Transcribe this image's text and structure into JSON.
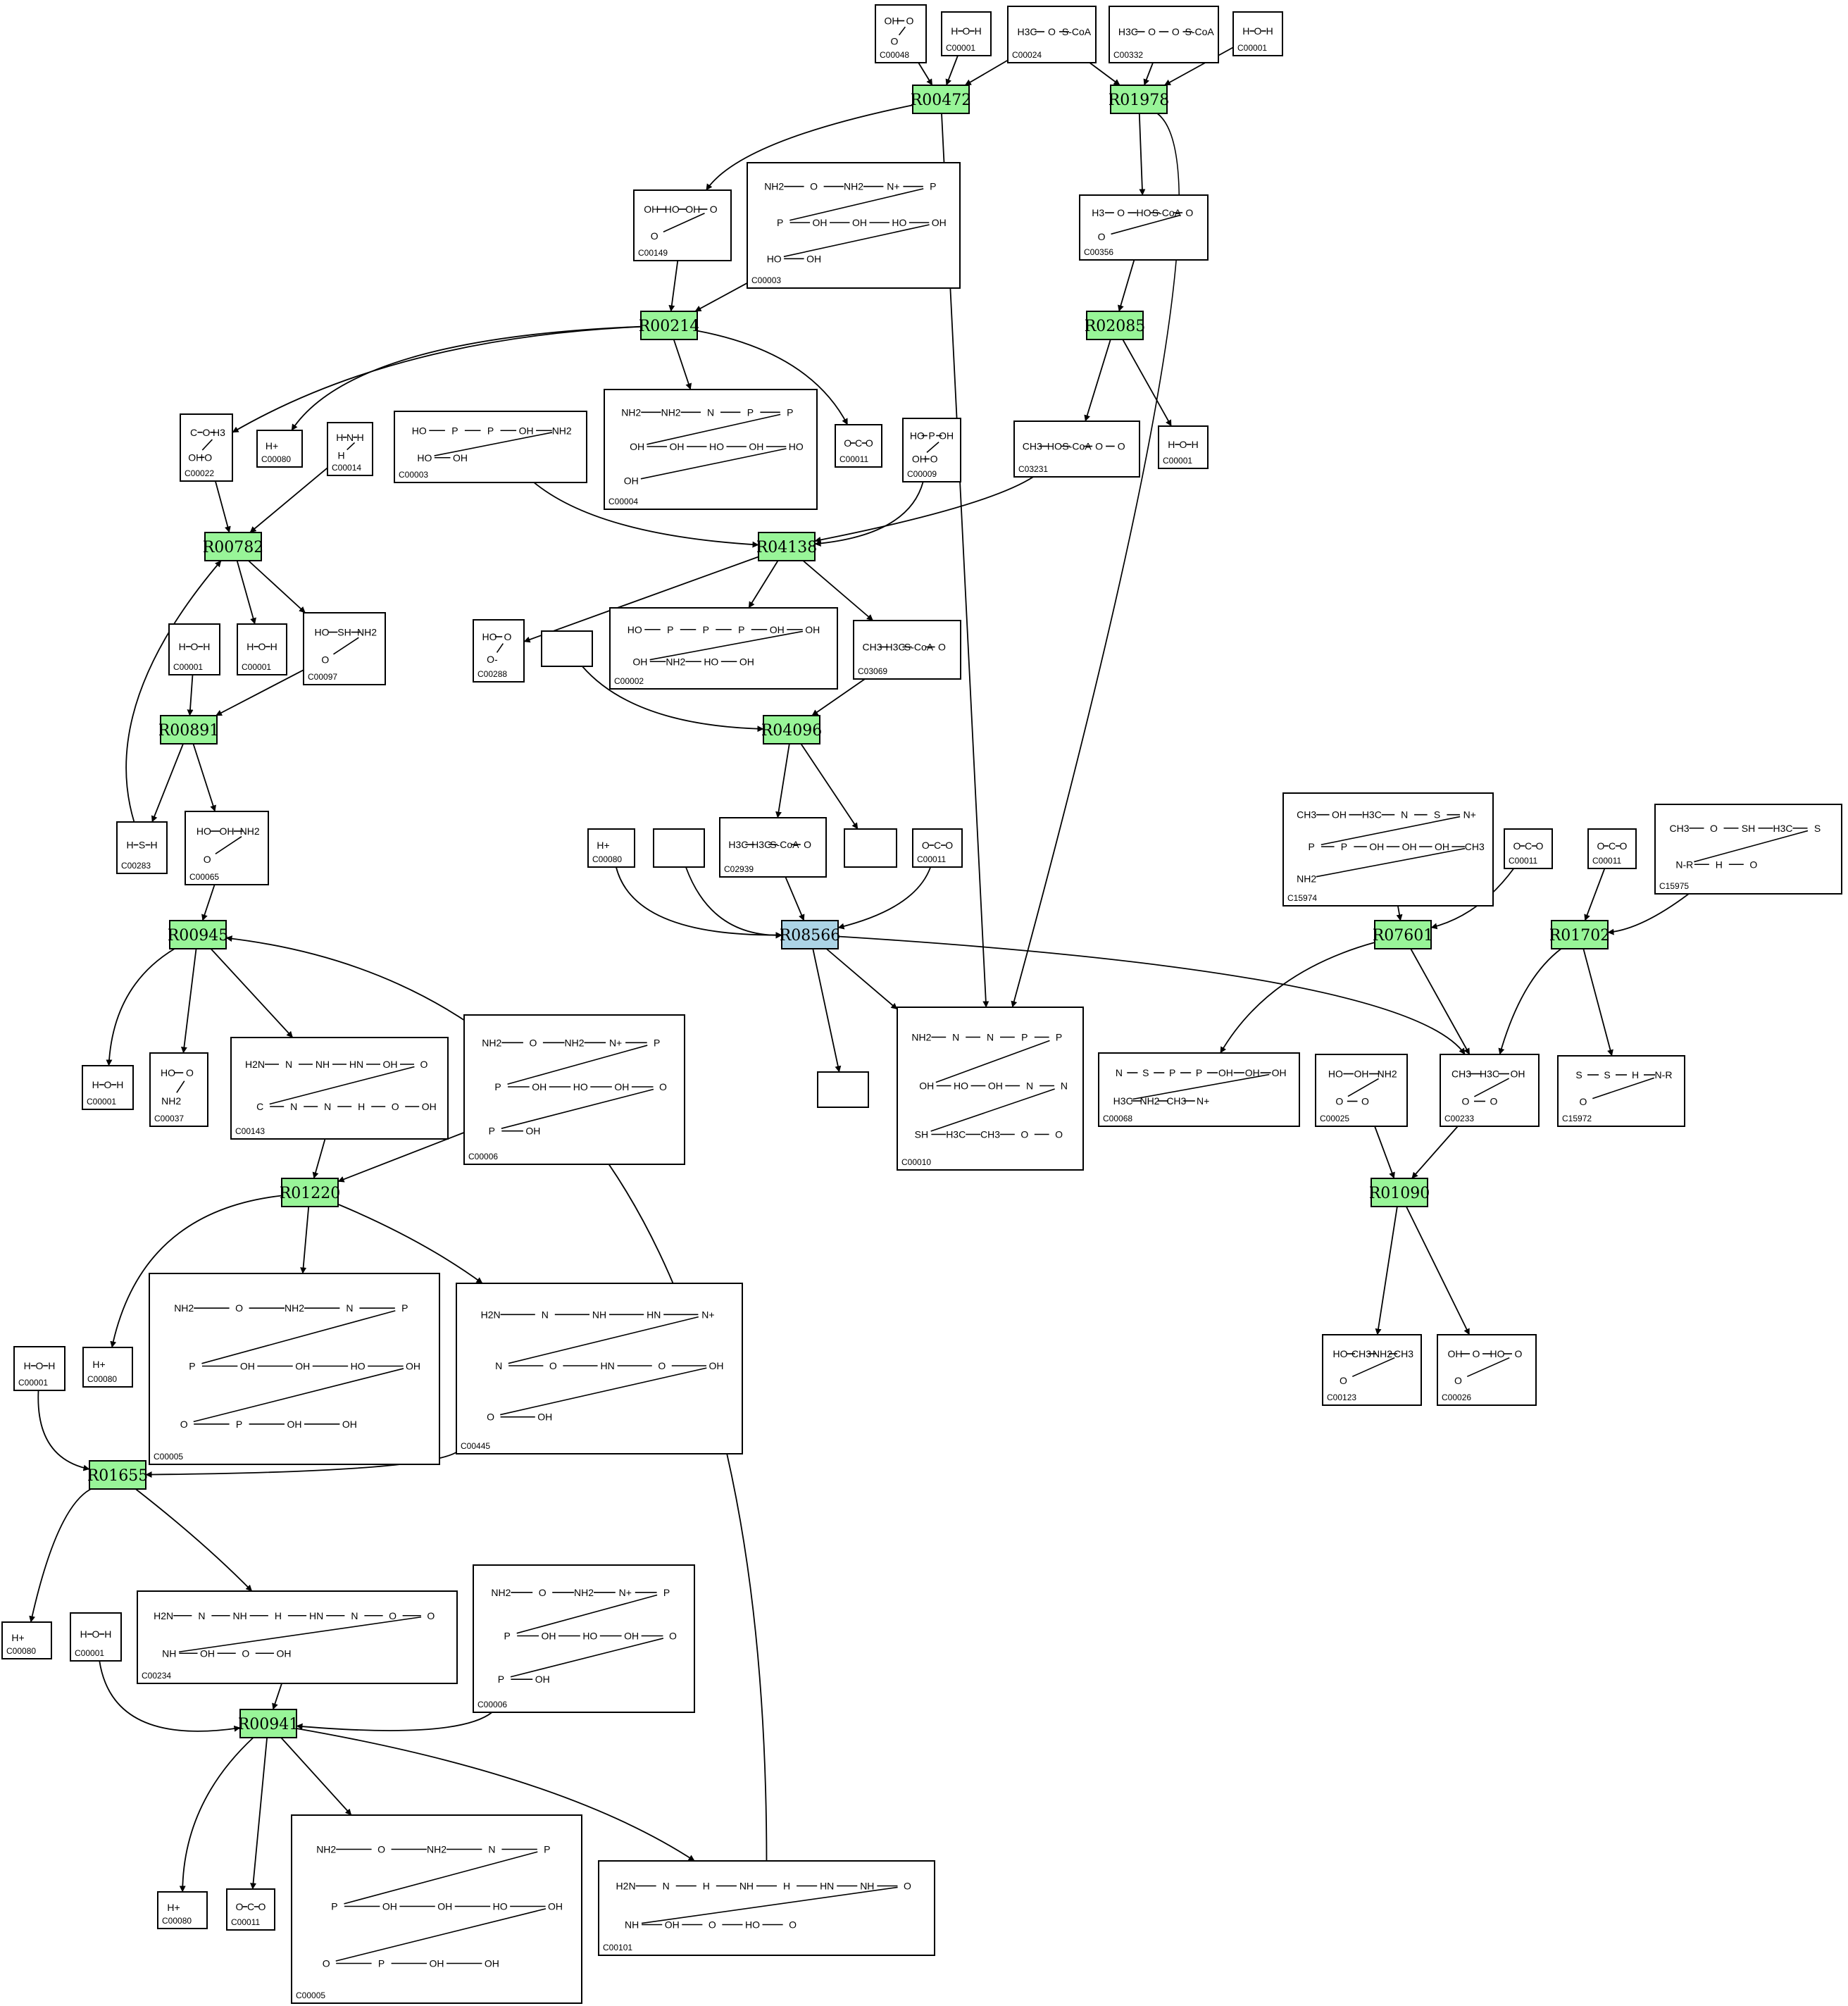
{
  "colors": {
    "reaction": "#98f598",
    "reaction_alt": "#acd4e6",
    "line": "#000000",
    "background": "#ffffff"
  },
  "reactions": [
    {
      "id": "R00472",
      "label": "R00472",
      "color": "#98f598"
    },
    {
      "id": "R01978",
      "label": "R01978",
      "color": "#98f598"
    },
    {
      "id": "R00214",
      "label": "R00214",
      "color": "#98f598"
    },
    {
      "id": "R02085",
      "label": "R02085",
      "color": "#98f598"
    },
    {
      "id": "R00782",
      "label": "R00782",
      "color": "#98f598"
    },
    {
      "id": "R04138",
      "label": "R04138",
      "color": "#98f598"
    },
    {
      "id": "R00891",
      "label": "R00891",
      "color": "#98f598"
    },
    {
      "id": "R04096",
      "label": "R04096",
      "color": "#98f598"
    },
    {
      "id": "R00945",
      "label": "R00945",
      "color": "#98f598"
    },
    {
      "id": "R08566",
      "label": "R08566",
      "color": "#acd4e6"
    },
    {
      "id": "R07601",
      "label": "R07601",
      "color": "#98f598"
    },
    {
      "id": "R01702",
      "label": "R01702",
      "color": "#98f598"
    },
    {
      "id": "R01220",
      "label": "R01220",
      "color": "#98f598"
    },
    {
      "id": "R01090",
      "label": "R01090",
      "color": "#98f598"
    },
    {
      "id": "R01655",
      "label": "R01655",
      "color": "#98f598"
    },
    {
      "id": "R00941",
      "label": "R00941",
      "color": "#98f598"
    }
  ],
  "compounds": [
    {
      "id": "n01",
      "label": "C00048",
      "atoms": [
        "OH",
        "O",
        "O"
      ]
    },
    {
      "id": "n02",
      "label": "C00001",
      "atoms": [
        "H",
        "O",
        "H"
      ]
    },
    {
      "id": "n03",
      "label": "C00024",
      "atoms": [
        "H3C",
        "O",
        "S-CoA"
      ]
    },
    {
      "id": "n04",
      "label": "C00332",
      "atoms": [
        "H3C",
        "O",
        "O",
        "S-CoA"
      ]
    },
    {
      "id": "n05",
      "label": "C00001",
      "atoms": [
        "H",
        "O",
        "H"
      ]
    },
    {
      "id": "n06",
      "label": "C00149",
      "atoms": [
        "OH",
        "HO",
        "OH",
        "O",
        "O"
      ]
    },
    {
      "id": "n07",
      "label": "C00003",
      "atoms": [
        "NH2",
        "O",
        "NH2",
        "N+",
        "P",
        "P",
        "OH",
        "OH",
        "HO",
        "OH",
        "HO",
        "OH"
      ]
    },
    {
      "id": "n08",
      "label": "C00356",
      "atoms": [
        "H3",
        "O",
        "HO",
        "S-CoA",
        "O",
        "O"
      ]
    },
    {
      "id": "n09",
      "label": "C00022",
      "atoms": [
        "C",
        "O",
        "H3",
        "OH",
        "O"
      ]
    },
    {
      "id": "n10",
      "label": "C00080",
      "atoms": [
        "H+"
      ]
    },
    {
      "id": "n11",
      "label": "C00014",
      "atoms": [
        "H",
        "N",
        "H",
        "H"
      ]
    },
    {
      "id": "n12",
      "label": "C00003",
      "atoms": [
        "HO",
        "P",
        "P",
        "OH",
        "NH2",
        "HO",
        "OH"
      ]
    },
    {
      "id": "n13",
      "label": "C00004",
      "atoms": [
        "NH2",
        "NH2",
        "N",
        "P",
        "P",
        "OH",
        "OH",
        "HO",
        "OH",
        "HO",
        "OH"
      ]
    },
    {
      "id": "n14",
      "label": "C00011",
      "atoms": [
        "O",
        "C",
        "O"
      ]
    },
    {
      "id": "n15",
      "label": "C00009",
      "atoms": [
        "HO",
        "P",
        "OH",
        "OH",
        "O"
      ]
    },
    {
      "id": "n16",
      "label": "C03231",
      "atoms": [
        "CH3",
        "HO",
        "S-CoA",
        "O",
        "O"
      ]
    },
    {
      "id": "n17",
      "label": "C00001",
      "atoms": [
        "H",
        "O",
        "H"
      ]
    },
    {
      "id": "n18",
      "label": "C00001",
      "atoms": [
        "H",
        "O",
        "H"
      ]
    },
    {
      "id": "n19",
      "label": "C00001",
      "atoms": [
        "H",
        "O",
        "H"
      ]
    },
    {
      "id": "n20",
      "label": "C00097",
      "atoms": [
        "HO",
        "SH",
        "NH2",
        "O"
      ]
    },
    {
      "id": "n21",
      "label": "C00288",
      "atoms": [
        "HO",
        "O",
        "O-"
      ]
    },
    {
      "id": "n22",
      "label": "",
      "atoms": []
    },
    {
      "id": "n23",
      "label": "C00002",
      "atoms": [
        "HO",
        "P",
        "P",
        "P",
        "OH",
        "OH",
        "OH",
        "NH2",
        "HO",
        "OH"
      ]
    },
    {
      "id": "n24",
      "label": "C03069",
      "atoms": [
        "CH3",
        "H3C",
        "S-CoA",
        "O"
      ]
    },
    {
      "id": "n25",
      "label": "C00001",
      "atoms": [
        "H",
        "O",
        "H"
      ]
    },
    {
      "id": "n26",
      "label": "C00283",
      "atoms": [
        "H",
        "S",
        "H"
      ]
    },
    {
      "id": "n27",
      "label": "C00065",
      "atoms": [
        "HO",
        "OH",
        "NH2",
        "O"
      ]
    },
    {
      "id": "n28",
      "label": "C00080",
      "atoms": [
        "H+"
      ]
    },
    {
      "id": "n29",
      "label": "",
      "atoms": []
    },
    {
      "id": "n30",
      "label": "C02939",
      "atoms": [
        "H3C",
        "H3C",
        "S-CoA",
        "O"
      ]
    },
    {
      "id": "n31",
      "label": "",
      "atoms": []
    },
    {
      "id": "n32",
      "label": "C00011",
      "atoms": [
        "O",
        "C",
        "O"
      ]
    },
    {
      "id": "n33",
      "label": "C15974",
      "atoms": [
        "CH3",
        "OH",
        "H3C",
        "N",
        "S",
        "N+",
        "P",
        "P",
        "OH",
        "OH",
        "OH",
        "CH3",
        "NH2"
      ]
    },
    {
      "id": "n34",
      "label": "C00011",
      "atoms": [
        "O",
        "C",
        "O"
      ]
    },
    {
      "id": "n35",
      "label": "C00011",
      "atoms": [
        "O",
        "C",
        "O"
      ]
    },
    {
      "id": "n36",
      "label": "C15975",
      "atoms": [
        "CH3",
        "O",
        "SH",
        "H3C",
        "S",
        "N-R",
        "H",
        "O"
      ]
    },
    {
      "id": "n37",
      "label": "C00001",
      "atoms": [
        "H",
        "O",
        "H"
      ]
    },
    {
      "id": "n38",
      "label": "C00037",
      "atoms": [
        "HO",
        "O",
        "NH2"
      ]
    },
    {
      "id": "n39",
      "label": "C00143",
      "atoms": [
        "H2N",
        "N",
        "NH",
        "HN",
        "OH",
        "O",
        "C",
        "N",
        "N",
        "H",
        "O",
        "OH"
      ]
    },
    {
      "id": "n40",
      "label": "C00006",
      "atoms": [
        "NH2",
        "O",
        "NH2",
        "N+",
        "P",
        "P",
        "OH",
        "HO",
        "OH",
        "O",
        "P",
        "OH"
      ]
    },
    {
      "id": "n41",
      "label": "",
      "atoms": []
    },
    {
      "id": "n42",
      "label": "C00010",
      "atoms": [
        "NH2",
        "N",
        "N",
        "P",
        "P",
        "OH",
        "HO",
        "OH",
        "N",
        "N",
        "SH",
        "H3C",
        "CH3",
        "O",
        "O"
      ]
    },
    {
      "id": "n43",
      "label": "C00068",
      "atoms": [
        "N",
        "S",
        "P",
        "P",
        "OH",
        "OH",
        "OH",
        "H3C",
        "NH2",
        "CH3",
        "N+"
      ]
    },
    {
      "id": "n44",
      "label": "C00025",
      "atoms": [
        "HO",
        "OH",
        "NH2",
        "O",
        "O"
      ]
    },
    {
      "id": "n45",
      "label": "C00233",
      "atoms": [
        "CH3",
        "H3C",
        "OH",
        "O",
        "O"
      ]
    },
    {
      "id": "n46",
      "label": "C15972",
      "atoms": [
        "S",
        "S",
        "H",
        "N-R",
        "O"
      ]
    },
    {
      "id": "n47",
      "label": "C00080",
      "atoms": [
        "H+"
      ]
    },
    {
      "id": "n48",
      "label": "C00001",
      "atoms": [
        "H",
        "O",
        "H"
      ]
    },
    {
      "id": "n49",
      "label": "C00005",
      "atoms": [
        "NH2",
        "O",
        "NH2",
        "N",
        "P",
        "P",
        "OH",
        "OH",
        "HO",
        "OH",
        "O",
        "P",
        "OH",
        "OH"
      ]
    },
    {
      "id": "n50",
      "label": "C00445",
      "atoms": [
        "H2N",
        "N",
        "NH",
        "HN",
        "N+",
        "N",
        "O",
        "HN",
        "O",
        "OH",
        "O",
        "OH"
      ]
    },
    {
      "id": "n51",
      "label": "C00123",
      "atoms": [
        "HO",
        "CH3",
        "NH2",
        "CH3",
        "O"
      ]
    },
    {
      "id": "n52",
      "label": "C00026",
      "atoms": [
        "OH",
        "O",
        "HO",
        "O",
        "O"
      ]
    },
    {
      "id": "n53",
      "label": "C00080",
      "atoms": [
        "H+"
      ]
    },
    {
      "id": "n54",
      "label": "C00001",
      "atoms": [
        "H",
        "O",
        "H"
      ]
    },
    {
      "id": "n55",
      "label": "C00234",
      "atoms": [
        "H2N",
        "N",
        "NH",
        "H",
        "HN",
        "N",
        "O",
        "O",
        "NH",
        "OH",
        "O",
        "OH"
      ]
    },
    {
      "id": "n56",
      "label": "C00006",
      "atoms": [
        "NH2",
        "O",
        "NH2",
        "N+",
        "P",
        "P",
        "OH",
        "HO",
        "OH",
        "O",
        "P",
        "OH"
      ]
    },
    {
      "id": "n57",
      "label": "C00080",
      "atoms": [
        "H+"
      ]
    },
    {
      "id": "n58",
      "label": "C00011",
      "atoms": [
        "O",
        "C",
        "O"
      ]
    },
    {
      "id": "n59",
      "label": "C00005",
      "atoms": [
        "NH2",
        "O",
        "NH2",
        "N",
        "P",
        "P",
        "OH",
        "OH",
        "HO",
        "OH",
        "O",
        "P",
        "OH",
        "OH"
      ]
    },
    {
      "id": "n60",
      "label": "C00101",
      "atoms": [
        "H2N",
        "N",
        "H",
        "NH",
        "H",
        "HN",
        "NH",
        "O",
        "NH",
        "OH",
        "O",
        "HO",
        "O"
      ]
    }
  ],
  "edges": [
    [
      "n01",
      "R00472"
    ],
    [
      "n02",
      "R00472"
    ],
    [
      "n03",
      "R00472"
    ],
    [
      "n03",
      "R01978"
    ],
    [
      "n04",
      "R01978"
    ],
    [
      "n05",
      "R01978"
    ],
    [
      "R00472",
      "n06"
    ],
    [
      "R00472",
      "n42"
    ],
    [
      "R01978",
      "n08"
    ],
    [
      "R01978",
      "n42"
    ],
    [
      "n06",
      "R00214"
    ],
    [
      "n07",
      "R00214"
    ],
    [
      "n08",
      "R02085"
    ],
    [
      "R00214",
      "n09"
    ],
    [
      "R00214",
      "n10"
    ],
    [
      "R00214",
      "n13"
    ],
    [
      "R00214",
      "n14"
    ],
    [
      "R02085",
      "n16"
    ],
    [
      "R02085",
      "n17"
    ],
    [
      "n09",
      "R00782"
    ],
    [
      "n11",
      "R00782"
    ],
    [
      "n26",
      "R00782"
    ],
    [
      "n12",
      "R04138"
    ],
    [
      "n15",
      "R04138"
    ],
    [
      "n16",
      "R04138"
    ],
    [
      "R00782",
      "n19"
    ],
    [
      "R00782",
      "n20"
    ],
    [
      "R04138",
      "n21"
    ],
    [
      "R04138",
      "n23"
    ],
    [
      "R04138",
      "n24"
    ],
    [
      "n18",
      "R00891"
    ],
    [
      "n20",
      "R00891"
    ],
    [
      "n22",
      "R04096"
    ],
    [
      "n24",
      "R04096"
    ],
    [
      "R00891",
      "n26"
    ],
    [
      "R00891",
      "n27"
    ],
    [
      "R04096",
      "n30"
    ],
    [
      "R04096",
      "n31"
    ],
    [
      "n27",
      "R00945"
    ],
    [
      "n60",
      "R00945"
    ],
    [
      "n28",
      "R08566"
    ],
    [
      "n29",
      "R08566"
    ],
    [
      "n30",
      "R08566"
    ],
    [
      "n32",
      "R08566"
    ],
    [
      "n33",
      "R07601"
    ],
    [
      "n34",
      "R07601"
    ],
    [
      "n35",
      "R01702"
    ],
    [
      "n36",
      "R01702"
    ],
    [
      "R00945",
      "n37"
    ],
    [
      "R00945",
      "n38"
    ],
    [
      "R00945",
      "n39"
    ],
    [
      "R08566",
      "n41"
    ],
    [
      "R08566",
      "n42"
    ],
    [
      "R08566",
      "n45"
    ],
    [
      "R07601",
      "n43"
    ],
    [
      "R07601",
      "n45"
    ],
    [
      "R01702",
      "n45"
    ],
    [
      "R01702",
      "n46"
    ],
    [
      "n39",
      "R01220"
    ],
    [
      "n40",
      "R01220"
    ],
    [
      "R01220",
      "n47"
    ],
    [
      "R01220",
      "n49"
    ],
    [
      "R01220",
      "n50"
    ],
    [
      "n44",
      "R01090"
    ],
    [
      "n45",
      "R01090"
    ],
    [
      "R01090",
      "n51"
    ],
    [
      "R01090",
      "n52"
    ],
    [
      "n48",
      "R01655"
    ],
    [
      "n50",
      "R01655"
    ],
    [
      "R01655",
      "n53"
    ],
    [
      "R01655",
      "n55"
    ],
    [
      "n54",
      "R00941"
    ],
    [
      "n55",
      "R00941"
    ],
    [
      "n56",
      "R00941"
    ],
    [
      "R00941",
      "n57"
    ],
    [
      "R00941",
      "n58"
    ],
    [
      "R00941",
      "n59"
    ],
    [
      "R00941",
      "n60"
    ]
  ]
}
